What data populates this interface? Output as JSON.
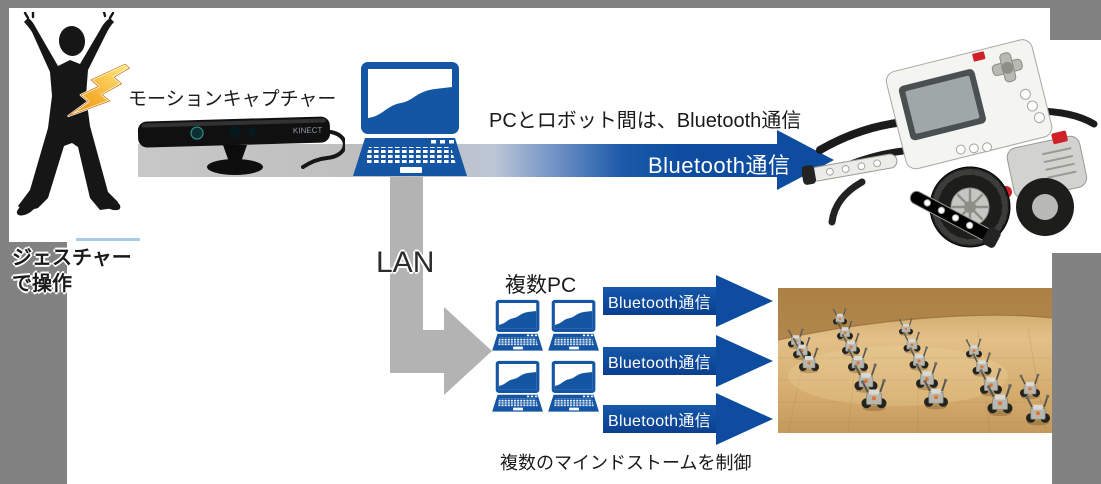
{
  "colors": {
    "frame_gray": "#828282",
    "band_gray": "#bdbdbd",
    "primary_blue": "#1456a4",
    "arrow_blue": "#0d4c9f"
  },
  "left_panel": {
    "caption_line1": "ジェスチャー",
    "caption_line2": "で操作"
  },
  "motion_capture": {
    "label": "モーションキャプチャー",
    "device_brand": "KINECT"
  },
  "top_flow": {
    "note": "PCとロボット間は、Bluetooth通信",
    "arrow_label": "Bluetooth通信"
  },
  "lan": {
    "label": "LAN"
  },
  "multi_pc": {
    "label": "複数PC"
  },
  "bt_arrows": [
    {
      "label": "Bluetooth通信"
    },
    {
      "label": "Bluetooth通信"
    },
    {
      "label": "Bluetooth通信"
    }
  ],
  "bottom_caption": {
    "text": "複数のマインドストームを制御"
  }
}
